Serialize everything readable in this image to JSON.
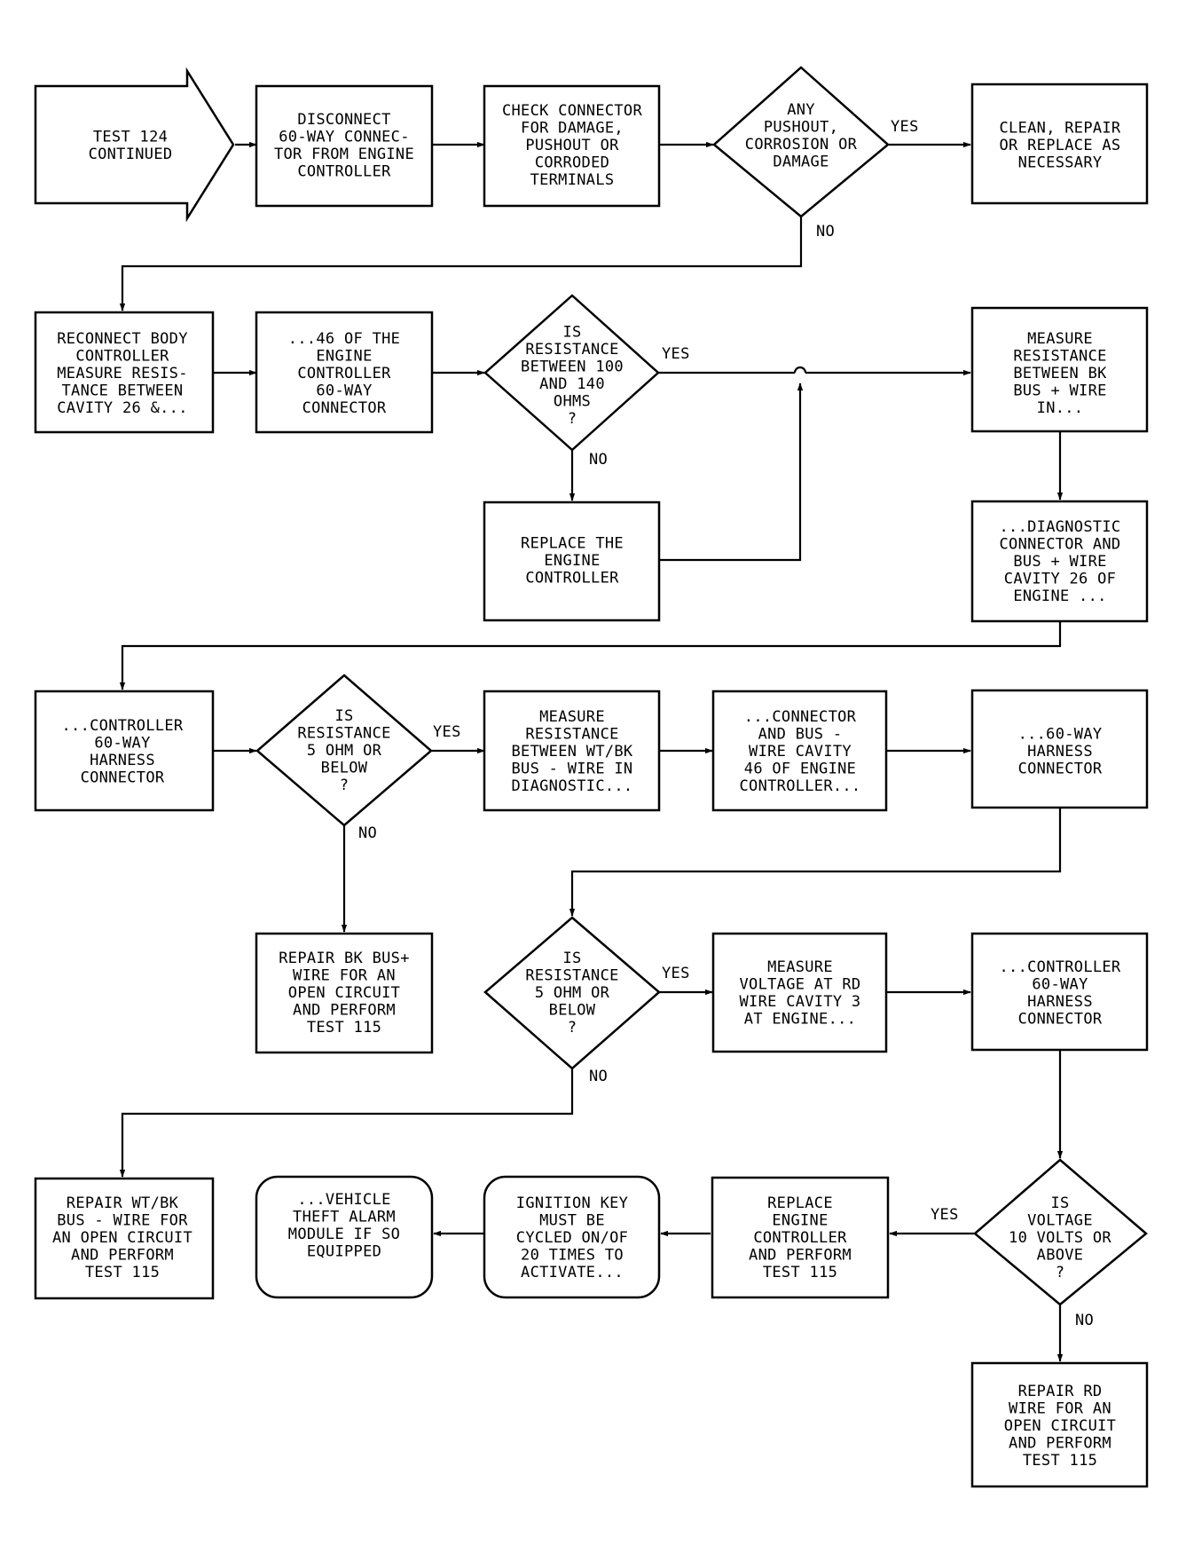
{
  "nodes": {
    "start": [
      "TEST 124",
      "CONTINUED"
    ],
    "disconnect": [
      "DISCONNECT",
      "60-WAY CONNEC-",
      "TOR FROM ENGINE",
      "CONTROLLER"
    ],
    "check": [
      "CHECK CONNECTOR",
      "FOR DAMAGE,",
      "PUSHOUT OR",
      "CORRODED",
      "TERMINALS"
    ],
    "d_pushout": [
      "ANY",
      "PUSHOUT,",
      "CORROSION OR",
      "DAMAGE"
    ],
    "clean": [
      "CLEAN, REPAIR",
      "OR REPLACE AS",
      "NECESSARY"
    ],
    "reconnect": [
      "RECONNECT BODY",
      "CONTROLLER",
      "MEASURE RESIS-",
      "TANCE BETWEEN",
      "CAVITY 26 &..."
    ],
    "cav46": [
      "...46 OF THE",
      "ENGINE",
      "CONTROLLER",
      "60-WAY",
      "CONNECTOR"
    ],
    "d_res100": [
      "IS",
      "RESISTANCE",
      "BETWEEN 100",
      "AND 140",
      "OHMS",
      "?"
    ],
    "replace_ec": [
      "REPLACE THE",
      "ENGINE",
      "CONTROLLER"
    ],
    "meas_bk": [
      "MEASURE",
      "RESISTANCE",
      "BETWEEN BK",
      "BUS + WIRE",
      "IN..."
    ],
    "diag_conn": [
      "...DIAGNOSTIC",
      "CONNECTOR AND",
      "BUS + WIRE",
      "CAVITY 26 OF",
      "ENGINE ..."
    ],
    "ctrl_harn1": [
      "...CONTROLLER",
      "60-WAY",
      "HARNESS",
      "CONNECTOR"
    ],
    "d_res5a": [
      "IS",
      "RESISTANCE",
      "5 OHM OR",
      "BELOW",
      "?"
    ],
    "meas_wt": [
      "MEASURE",
      "RESISTANCE",
      "BETWEEN WT/BK",
      "BUS - WIRE IN",
      "DIAGNOSTIC..."
    ],
    "conn_bus": [
      "...CONNECTOR",
      "AND BUS -",
      "WIRE CAVITY",
      "46 OF ENGINE",
      "CONTROLLER..."
    ],
    "harn60": [
      "...60-WAY",
      "HARNESS",
      "CONNECTOR"
    ],
    "repair_bk": [
      "REPAIR BK BUS+",
      "WIRE FOR AN",
      "OPEN CIRCUIT",
      "AND PERFORM",
      "TEST 115"
    ],
    "d_res5b": [
      "IS",
      "RESISTANCE",
      "5 OHM OR",
      "BELOW",
      "?"
    ],
    "meas_volt": [
      "MEASURE",
      "VOLTAGE AT RD",
      "WIRE CAVITY 3",
      "AT ENGINE..."
    ],
    "ctrl_harn2": [
      "...CONTROLLER",
      "60-WAY",
      "HARNESS",
      "CONNECTOR"
    ],
    "repair_wt": [
      "REPAIR WT/BK",
      "BUS - WIRE FOR",
      "AN OPEN CIRCUIT",
      "AND PERFORM",
      "TEST 115"
    ],
    "theft": [
      "...VEHICLE",
      "THEFT ALARM",
      "MODULE IF SO",
      "EQUIPPED"
    ],
    "ignition": [
      "IGNITION KEY",
      "MUST BE",
      "CYCLED ON/OF",
      "20 TIMES TO",
      "ACTIVATE..."
    ],
    "replace_ec2": [
      "REPLACE",
      "ENGINE",
      "CONTROLLER",
      "AND PERFORM",
      "TEST 115"
    ],
    "d_volt10": [
      "IS",
      "VOLTAGE",
      "10 VOLTS OR",
      "ABOVE",
      "?"
    ],
    "repair_rd": [
      "REPAIR RD",
      "WIRE FOR AN",
      "OPEN CIRCUIT",
      "AND PERFORM",
      "TEST 115"
    ]
  },
  "labels": {
    "yes_pushout": "YES",
    "no_pushout": "NO",
    "yes_res100": "YES",
    "no_res100": "NO",
    "yes_res5a": "YES",
    "no_res5a": "NO",
    "yes_res5b": "YES",
    "no_res5b": "NO",
    "yes_volt10": "YES",
    "no_volt10": "NO"
  }
}
